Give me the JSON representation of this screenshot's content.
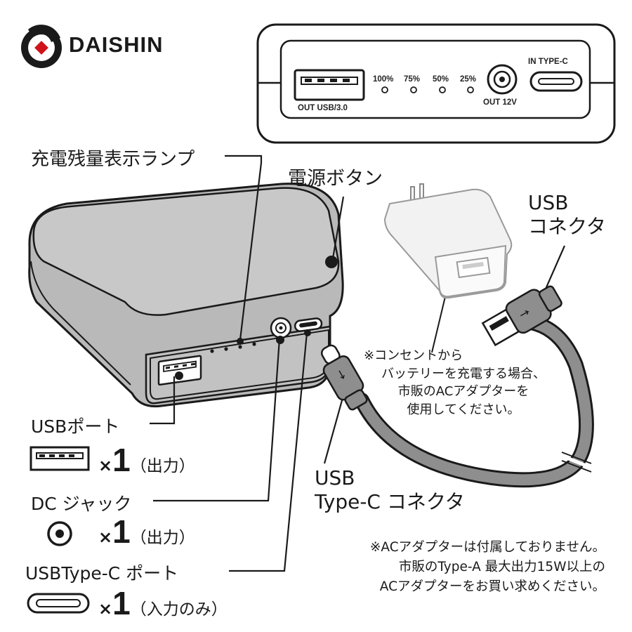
{
  "brand": {
    "name": "DAISHIN",
    "logo_accent": "#d0121b"
  },
  "panel": {
    "usb_out_label": "OUT USB/3.0",
    "levels": [
      "100%",
      "75%",
      "50%",
      "25%"
    ],
    "dc_out_label": "OUT 12V",
    "typec_in_label": "IN TYPE-C"
  },
  "callouts": {
    "lamp": "充電残量表示ランプ",
    "power_button": "電源ボタン",
    "usb_connector": [
      "USB",
      "コネクタ"
    ],
    "typec_connector": [
      "USB",
      "Type-C コネクタ"
    ]
  },
  "ports": [
    {
      "name": "USBポート",
      "mult": "×",
      "count": "1",
      "paren": "（出力）"
    },
    {
      "name": "DC ジャック",
      "mult": "×",
      "count": "1",
      "paren": "（出力）"
    },
    {
      "name": "USBType-C ポート",
      "mult": "×",
      "count": "1",
      "paren": "（入力のみ）"
    }
  ],
  "adapter_note": [
    "※コンセントから",
    "バッテリーを充電する場合、",
    "市販のACアダプターを",
    "使用してください。"
  ],
  "bottom_note": [
    "※ACアダプターは付属しておりません。",
    "市販のType-A 最大出力15W以上の",
    "ACアダプターをお買い求めください。"
  ],
  "colors": {
    "device_body": "#b9b9b9",
    "device_top": "#c8c8c8",
    "outline": "#1a1a1a",
    "cable": "#8e8e8e"
  }
}
